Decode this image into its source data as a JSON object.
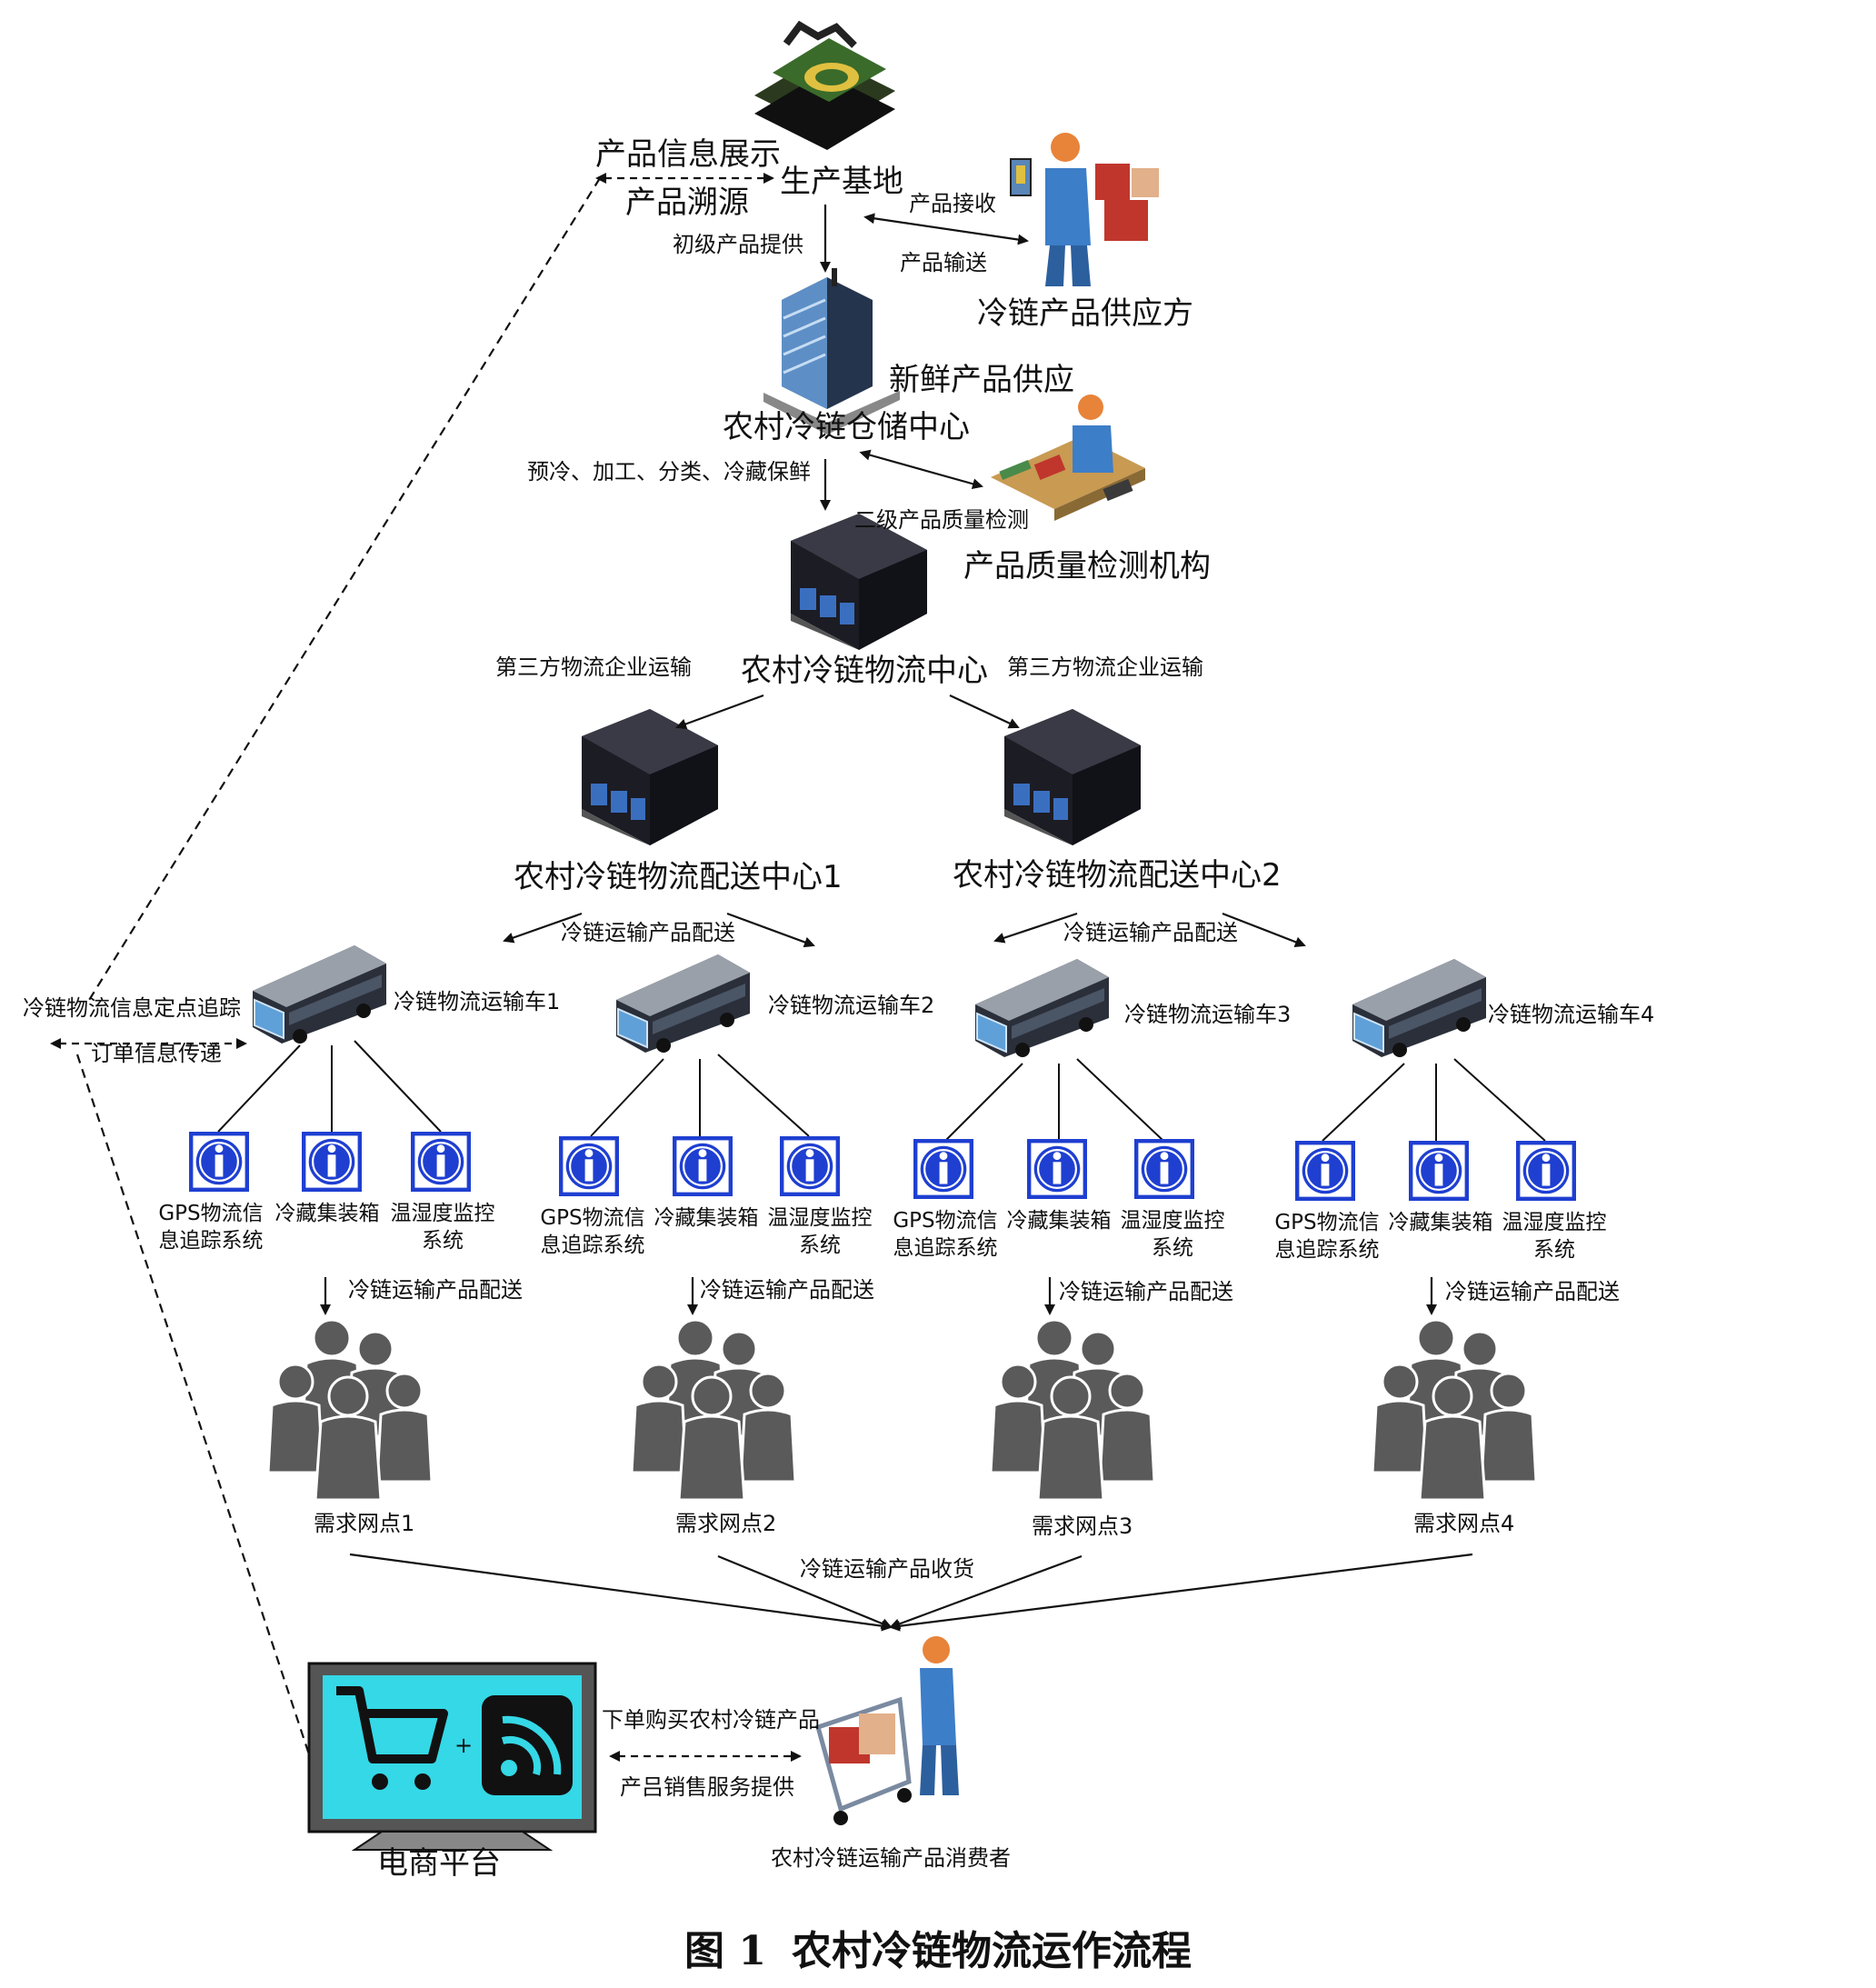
{
  "caption": {
    "figure_no": "图 1",
    "title": "农村冷链物流运作流程"
  },
  "nodes": {
    "production_base": "生产基地",
    "supplier": "冷链产品供应方",
    "warehouse": "农村冷链仓储中心",
    "qc_agency": "产品质量检测机构",
    "logistics_center": "农村冷链物流中心",
    "dist_center_1": "农村冷链物流配送中心1",
    "dist_center_2": "农村冷链物流配送中心2",
    "ecommerce": "电商平台",
    "consumer": "农村冷链运输产品消费者"
  },
  "edges": {
    "product_info_display": "产品信息展示",
    "product_trace": "产品溯源",
    "primary_supply": "初级产品提供",
    "product_receive": "产品接收",
    "product_transport": "产品输送",
    "fresh_supply": "新鲜产品供应",
    "processing": "预冷、加工、分类、冷藏保鲜",
    "secondary_qc": "二级产品质量检测",
    "third_party_left": "第三方物流企业运输",
    "third_party_right": "第三方物流企业运输",
    "delivery_1": "冷链运输产品配送",
    "delivery_2": "冷链运输产品配送",
    "tracking": "冷链物流信息定点追踪",
    "order_info": "订单信息传递",
    "receiving": "冷链运输产品收货",
    "order_buy": "下单购买农村冷链产品",
    "sales_service": "产吕销售服务提供"
  },
  "trucks": [
    {
      "label": "冷链物流运输车1",
      "systems": [
        "GPS物流信息追踪系统",
        "冷藏集装箱",
        "温湿度监控系统"
      ],
      "delivery": "冷链运输产品配送",
      "demand": "需求网点1"
    },
    {
      "label": "冷链物流运输车2",
      "systems": [
        "GPS物流信息追踪系统",
        "冷藏集装箱",
        "温湿度监控系统"
      ],
      "delivery": "冷链运输产品配送",
      "demand": "需求网点2"
    },
    {
      "label": "冷链物流运输车3",
      "systems": [
        "GPS物流信息追踪系统",
        "冷藏集装箱",
        "温湿度监控系统"
      ],
      "delivery": "冷链运输产品配送",
      "demand": "需求网点3"
    },
    {
      "label": "冷链物流运输车4",
      "systems": [
        "GPS物流信息追踪系统",
        "冷藏集装箱",
        "温湿度监控系统"
      ],
      "delivery": "冷链运输产品配送",
      "demand": "需求网点4"
    }
  ],
  "colors": {
    "info_icon_blue": "#1f3fd1",
    "building_dark": "#1c1c24",
    "building_glass": "#3a6fc0",
    "bus_body": "#2a2f3a",
    "bus_roof": "#9aa0aa",
    "person_blue": "#3d7ec8",
    "skin": "#e8833a",
    "crowd_gray": "#5a5a5a",
    "screen_cyan": "#35d8e6",
    "rss_orange": "#111111"
  },
  "icons": {
    "production": "farmland-map-icon",
    "supplier": "worker-with-boxes-icon",
    "warehouse": "office-tower-icon",
    "qc": "inspector-desk-icon",
    "logistics": "warehouse-building-icon",
    "truck": "bus-icon",
    "system": "info-icon",
    "demand": "crowd-icon",
    "platform": "monitor-cart-rss-icon",
    "consumer": "shopping-cart-person-icon"
  }
}
